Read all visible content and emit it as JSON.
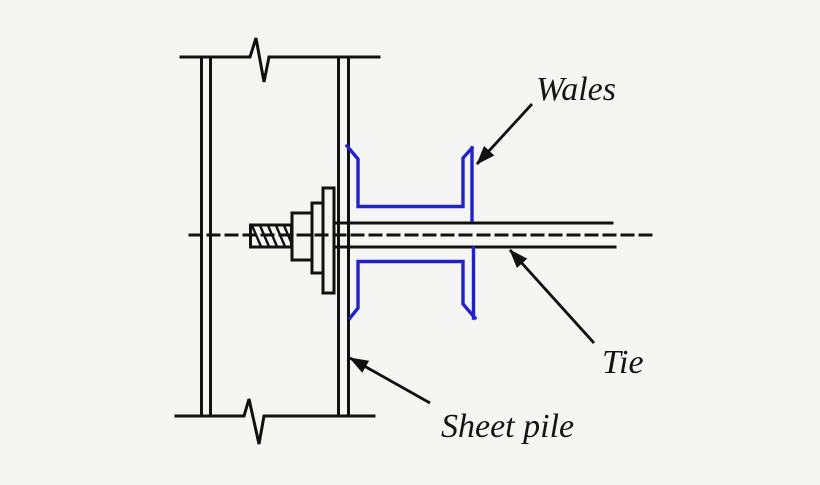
{
  "figure": {
    "type": "engineering-cross-section-diagram"
  },
  "annotations": [
    {
      "id": "wales",
      "label": "Wales"
    },
    {
      "id": "tie-rod",
      "label": "Tie"
    },
    {
      "id": "sheet-pile",
      "label": "Sheet pile"
    }
  ],
  "colors": {
    "background": "#f5f5f4",
    "line": "#111111",
    "wale": "#2222cc",
    "text": "#151515"
  }
}
